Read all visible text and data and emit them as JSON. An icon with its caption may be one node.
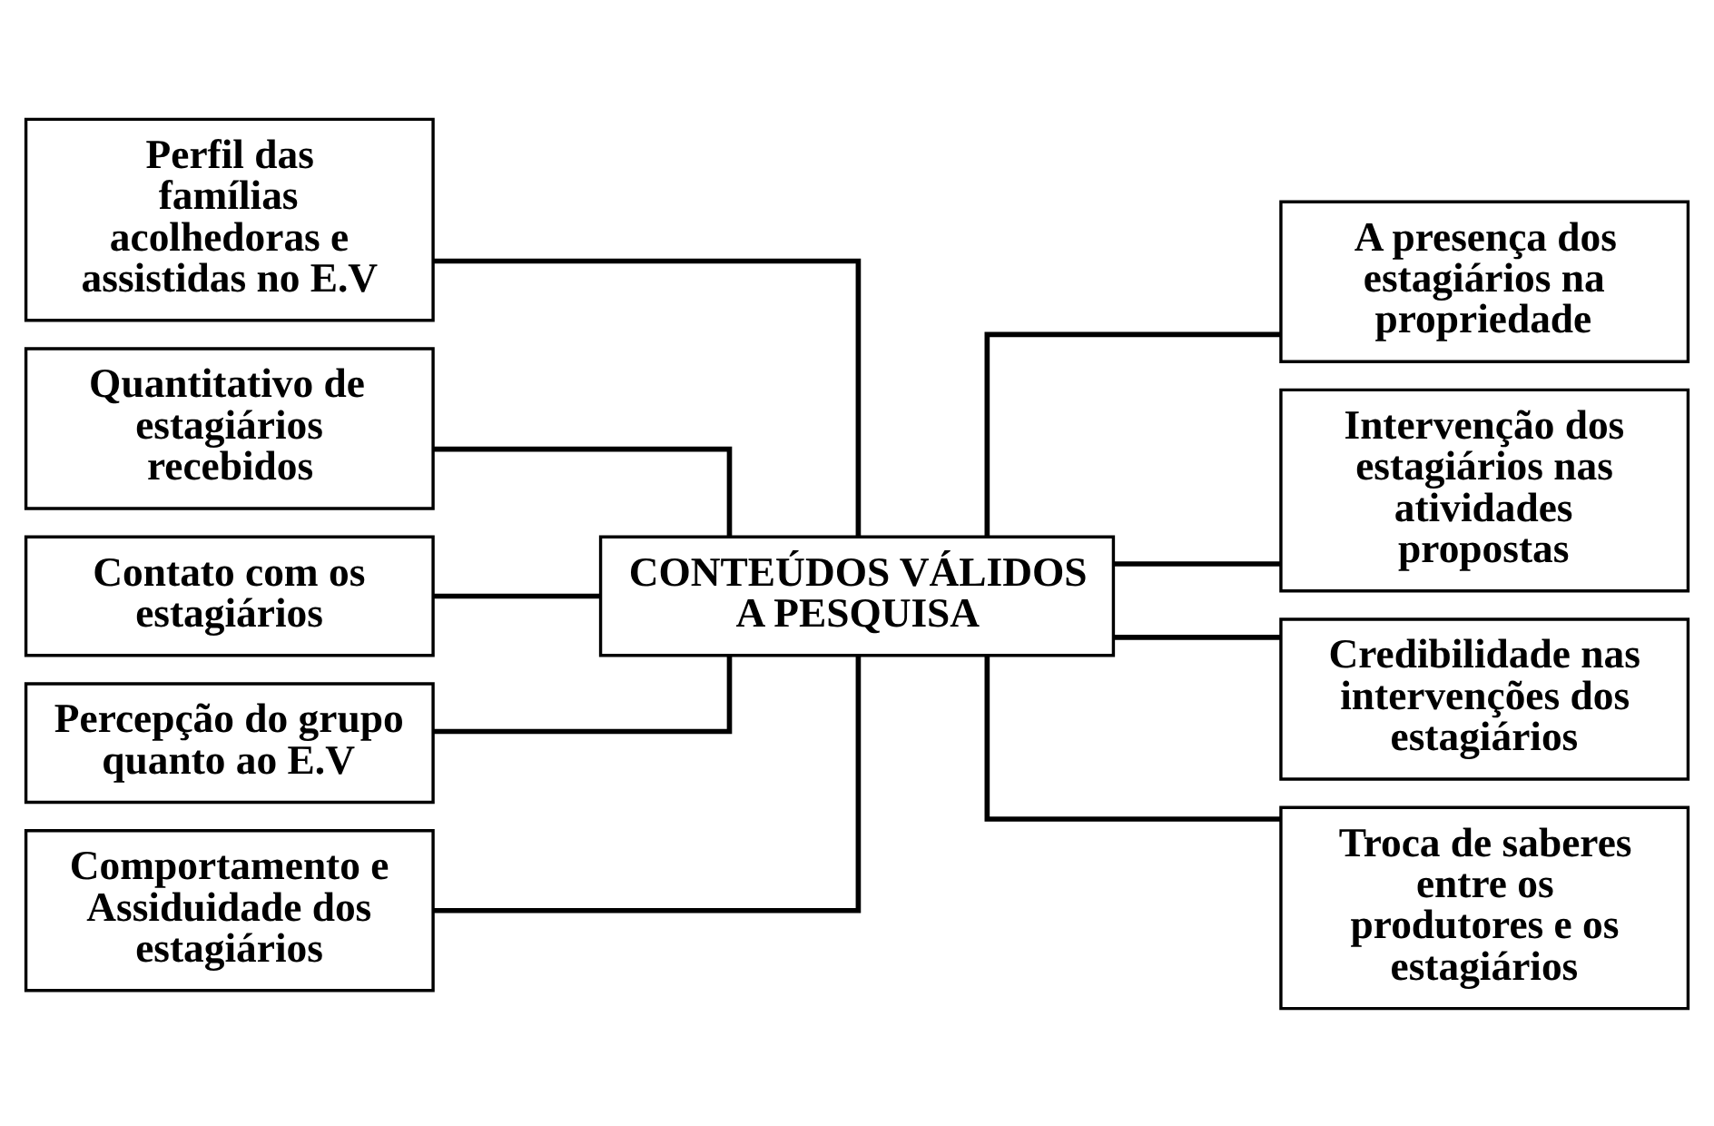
{
  "diagram": {
    "nodes": [
      {
        "text": [
          "Perfil das famílias acolhedoras e assistidas no E.V"
        ]
      },
      {
        "text": [
          "Quantitativo de estagiários recebidos"
        ]
      },
      {
        "text": [
          "Contato com os estagiários"
        ]
      },
      {
        "text": [
          "Percepção do grupo quanto ao E.V"
        ]
      },
      {
        "text": [
          "Comportamento e Assiduidade dos estagiários"
        ]
      },
      {
        "text": [
          "CONTEÚDOS VÁLIDOS A PESQUISA"
        ]
      },
      {
        "text": [
          "A presença dos estagiários na propriedade"
        ]
      },
      {
        "text": [
          "Intervenção dos estagiários nas atividades propostas"
        ]
      },
      {
        "text": [
          "Credibilidade nas intervenções dos estagiários"
        ]
      },
      {
        "text": [
          "Troca de saberes entre os produtores e os estagiários"
        ]
      }
    ],
    "edges": [
      {
        "from": 0,
        "to": 5,
        "arrow": "none"
      },
      {
        "from": 1,
        "to": 5,
        "arrow": "none"
      },
      {
        "from": 2,
        "to": 5,
        "arrow": "none"
      },
      {
        "from": 3,
        "to": 5,
        "arrow": "none"
      },
      {
        "from": 4,
        "to": 5,
        "arrow": "none"
      },
      {
        "from": 5,
        "to": 6,
        "arrow": "none"
      },
      {
        "from": 5,
        "to": 7,
        "arrow": "none"
      },
      {
        "from": 5,
        "to": 8,
        "arrow": "none"
      },
      {
        "from": 5,
        "to": 9,
        "arrow": "none"
      }
    ]
  }
}
